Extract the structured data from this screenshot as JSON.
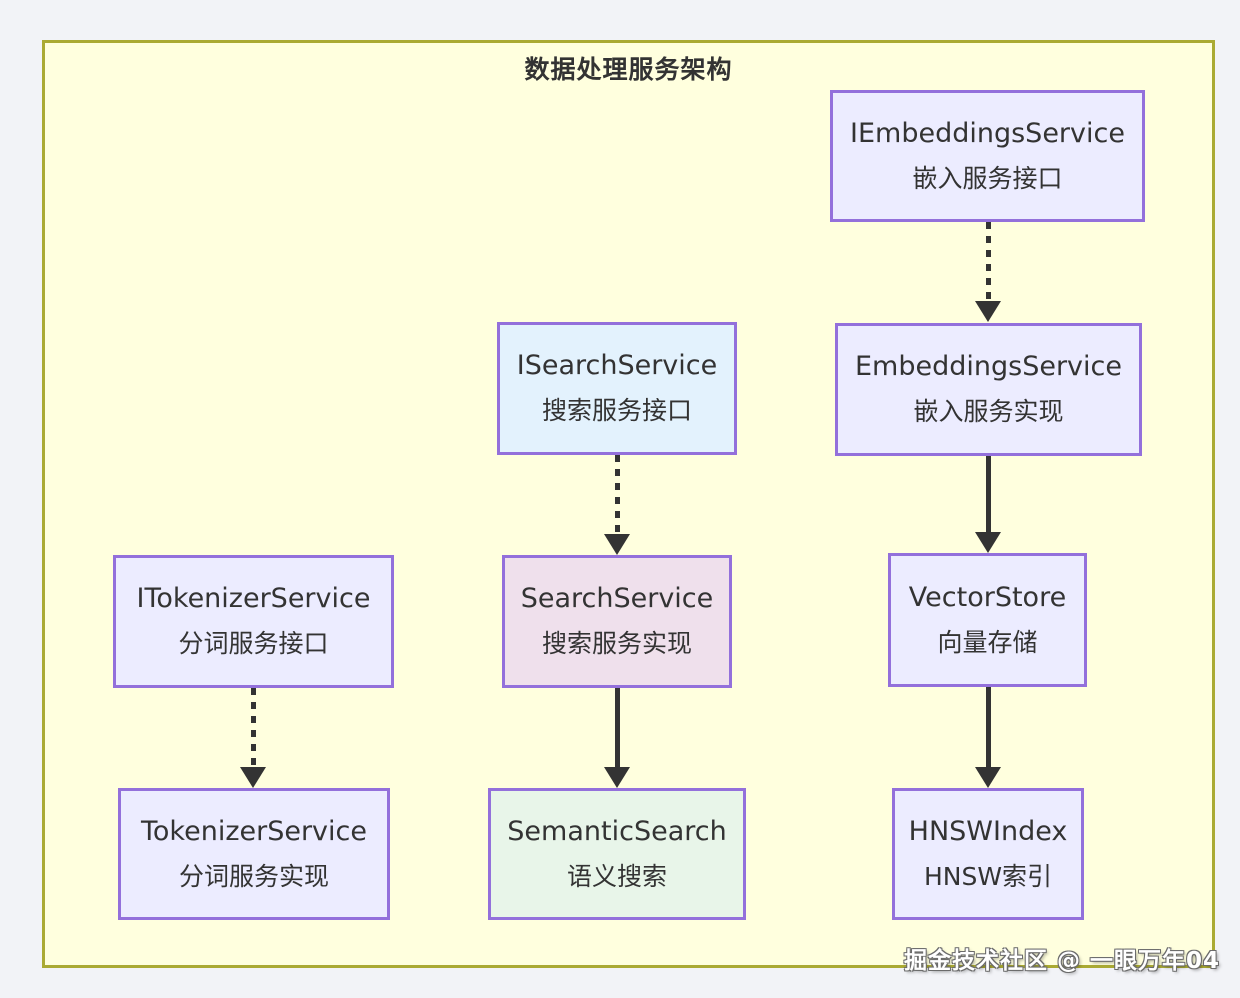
{
  "diagram": {
    "title": "数据处理服务架构",
    "watermark": "掘金技术社区 @ 一眼万年04",
    "type": "flowchart",
    "colors": {
      "canvas_background": "#f2f3f7",
      "frame_fill": "#ffffde",
      "frame_border": "#aaaa33",
      "node_fill_default": "#ececff",
      "node_fill_blue": "#e3f2fd",
      "node_fill_pink": "#efe0ec",
      "node_fill_green": "#e8f5e9",
      "node_border": "#9370db",
      "arrow": "#333333",
      "text": "#333333"
    },
    "nodes": {
      "iembeddings": {
        "line1": "IEmbeddingsService",
        "line2": "嵌入服务接口"
      },
      "isearch": {
        "line1": "ISearchService",
        "line2": "搜索服务接口"
      },
      "embeddings": {
        "line1": "EmbeddingsService",
        "line2": "嵌入服务实现"
      },
      "itokenizer": {
        "line1": "ITokenizerService",
        "line2": "分词服务接口"
      },
      "search": {
        "line1": "SearchService",
        "line2": "搜索服务实现"
      },
      "vectorstore": {
        "line1": "VectorStore",
        "line2": "向量存储"
      },
      "tokenizer": {
        "line1": "TokenizerService",
        "line2": "分词服务实现"
      },
      "semantic": {
        "line1": "SemanticSearch",
        "line2": "语义搜索"
      },
      "hnsw": {
        "line1": "HNSWIndex",
        "line2": "HNSW索引"
      }
    },
    "edges": [
      {
        "from": "IEmbeddingsService",
        "to": "EmbeddingsService",
        "style": "dashed"
      },
      {
        "from": "ISearchService",
        "to": "SearchService",
        "style": "dashed"
      },
      {
        "from": "ITokenizerService",
        "to": "TokenizerService",
        "style": "dashed"
      },
      {
        "from": "EmbeddingsService",
        "to": "VectorStore",
        "style": "solid"
      },
      {
        "from": "SearchService",
        "to": "SemanticSearch",
        "style": "solid"
      },
      {
        "from": "VectorStore",
        "to": "HNSWIndex",
        "style": "solid"
      }
    ]
  }
}
